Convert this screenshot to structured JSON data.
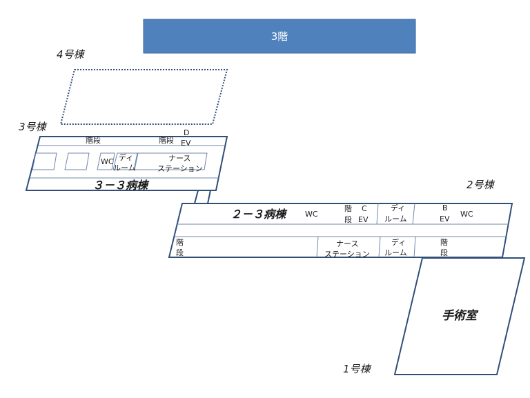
{
  "floor_label": "3階",
  "buildings": {
    "b4": "4号棟",
    "b3": "3号棟",
    "b2": "2号棟",
    "b1": "1号棟"
  },
  "ward_33": {
    "name": "３－３病棟",
    "stairs_left": "階段",
    "stairs_right": "階段",
    "ev_d_1": "D",
    "ev_d_2": "EV",
    "wc": "WC",
    "dayroom_1": "ディ",
    "dayroom_2": "ルーム",
    "nurse_1": "ナース",
    "nurse_2": "ステーション"
  },
  "ward_23": {
    "name": "２－３病棟",
    "wc_left": "WC",
    "stairs_c_1": "階",
    "stairs_c_2": "段",
    "ev_c_1": "C",
    "ev_c_2": "EV",
    "dayroom_top_1": "ディ",
    "dayroom_top_2": "ルーム",
    "ev_b_1": "B",
    "ev_b_2": "EV",
    "wc_right": "WC",
    "stairs_left_1": "階",
    "stairs_left_2": "段",
    "nurse_1": "ナース",
    "nurse_2": "ステーション",
    "dayroom_bot_1": "ディ",
    "dayroom_bot_2": "ルーム",
    "stairs_right_1": "階",
    "stairs_right_2": "段"
  },
  "operating_room": "手術室",
  "colors": {
    "banner": "#4f81bd",
    "outline": "#2f4e78",
    "inner_line": "#6f87ab"
  }
}
